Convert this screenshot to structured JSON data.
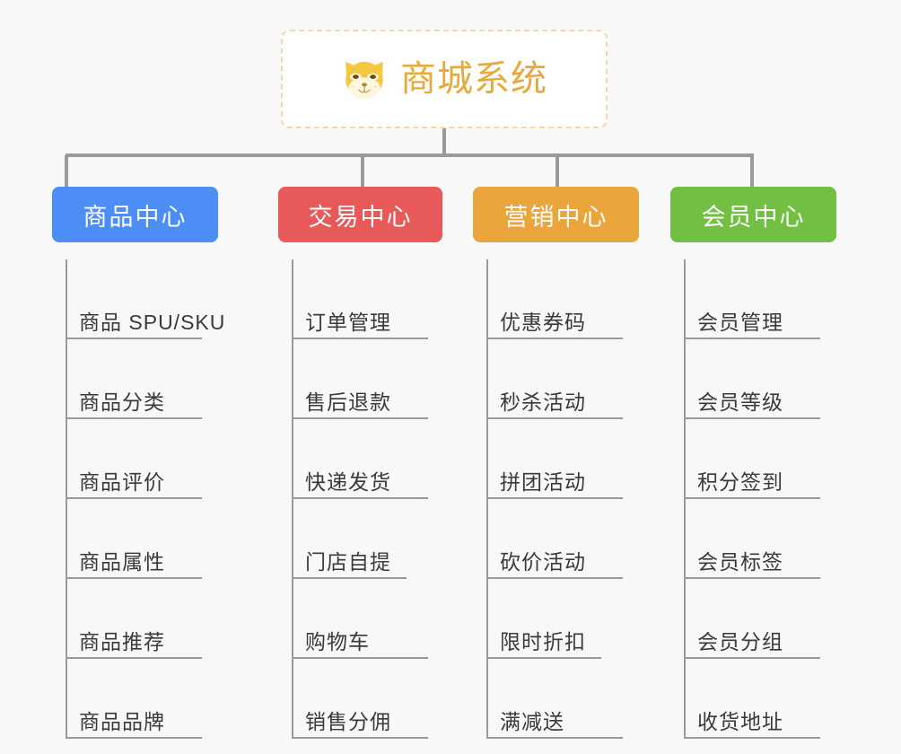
{
  "diagram": {
    "background_color": "#f8f8f8",
    "root": {
      "title": "商城系统",
      "icon": "dog-face-emoji",
      "text_color": "#e8a93c",
      "border_color": "#f3d9a6",
      "fill_color": "#ffffff"
    },
    "connector_color": "#9a9a9a",
    "columns": [
      {
        "title": "商品中心",
        "color": "#4c8ef5",
        "items": [
          "商品 SPU/SKU",
          "商品分类",
          "商品评价",
          "商品属性",
          "商品推荐",
          "商品品牌"
        ]
      },
      {
        "title": "交易中心",
        "color": "#e8595a",
        "items": [
          "订单管理",
          "售后退款",
          "快递发货",
          "门店自提",
          "购物车",
          "销售分佣"
        ]
      },
      {
        "title": "营销中心",
        "color": "#eaa63c",
        "items": [
          "优惠券码",
          "秒杀活动",
          "拼团活动",
          "砍价活动",
          "限时折扣",
          "满减送"
        ]
      },
      {
        "title": "会员中心",
        "color": "#72bf44",
        "items": [
          "会员管理",
          "会员等级",
          "积分签到",
          "会员标签",
          "会员分组",
          "收货地址"
        ]
      }
    ]
  }
}
